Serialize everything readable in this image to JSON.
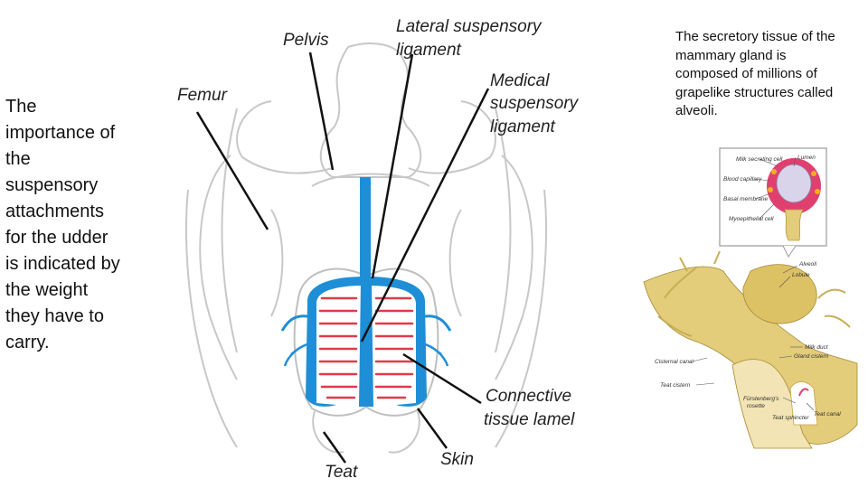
{
  "left_text": "The importance of the suspensory attachments for the udder is indicated by the weight they have to carry.",
  "right_text": "The secretory tissue of the mammary gland is composed of millions of grapelike structures called alveoli.",
  "udder_diagram": {
    "labels": {
      "pelvis": "Pelvis",
      "lateral_1": "Lateral suspensory",
      "lateral_2": "ligament",
      "medical_1": "Medical",
      "medical_2": "suspensory",
      "medical_3": "ligament",
      "femur": "Femur",
      "connective_1": "Connective",
      "connective_2": "tissue lamel",
      "skin": "Skin",
      "teat": "Teat"
    },
    "colors": {
      "ligament": "#1e8fd6",
      "lamellae": "#e03a4a"
    }
  },
  "alveoli_diagram": {
    "labels": {
      "milk_cell": "Milk secreting cell",
      "lumen": "Lumen",
      "capillary": "Blood capillary",
      "basal": "Basal membrane",
      "myoepithelial": "Myoepithelial cell",
      "alveoli": "Alveoli",
      "lobule": "Lobule",
      "milk_duct": "Milk duct",
      "gland_cistern": "Gland cistern",
      "cisternal": "Cisternal canal",
      "teat_cistern": "Teat cistern",
      "furstenberg_1": "Fürstenberg's",
      "furstenberg_2": "rosette",
      "teat_sphincter": "Teat sphincter",
      "teat_canal": "Teat canal"
    },
    "colors": {
      "tissue": "#e3cc7a",
      "alveolus": "#e04070"
    }
  }
}
